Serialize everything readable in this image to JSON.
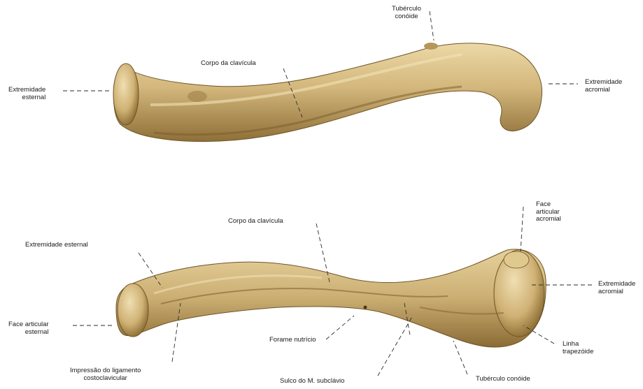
{
  "top_view": {
    "tuberculo_conoide": [
      "Tubérculo",
      "conóide"
    ],
    "corpo_clavicula": "Corpo da clavícula",
    "extremidade_esternal": [
      "Extremidade",
      "esternal"
    ],
    "extremidade_acromial": [
      "Extremidade",
      "acromial"
    ]
  },
  "bottom_view": {
    "face_articular_acromial": [
      "Face",
      "articular",
      "acromial"
    ],
    "corpo_clavicula": "Corpo da clavícula",
    "extremidade_esternal": "Extremidade esternal",
    "extremidade_acromial": [
      "Extremidade",
      "acromial"
    ],
    "face_articular_esternal": [
      "Face articular",
      "esternal"
    ],
    "forame_nutricio": "Forame nutrício",
    "linha_trapezoide": [
      "Linha",
      "trapezóide"
    ],
    "impressao_ligamento": [
      "Impressão do ligamento",
      "costoclavicular"
    ],
    "sulco_subclavio": "Sulco do M. subclávio",
    "tuberculo_conoide": "Tubérculo conóide"
  },
  "colors": {
    "bone_light": "#e2cc96",
    "bone_mid": "#c2a468",
    "bone_dark": "#7e6230",
    "leader_line": "#2a2a2a"
  }
}
